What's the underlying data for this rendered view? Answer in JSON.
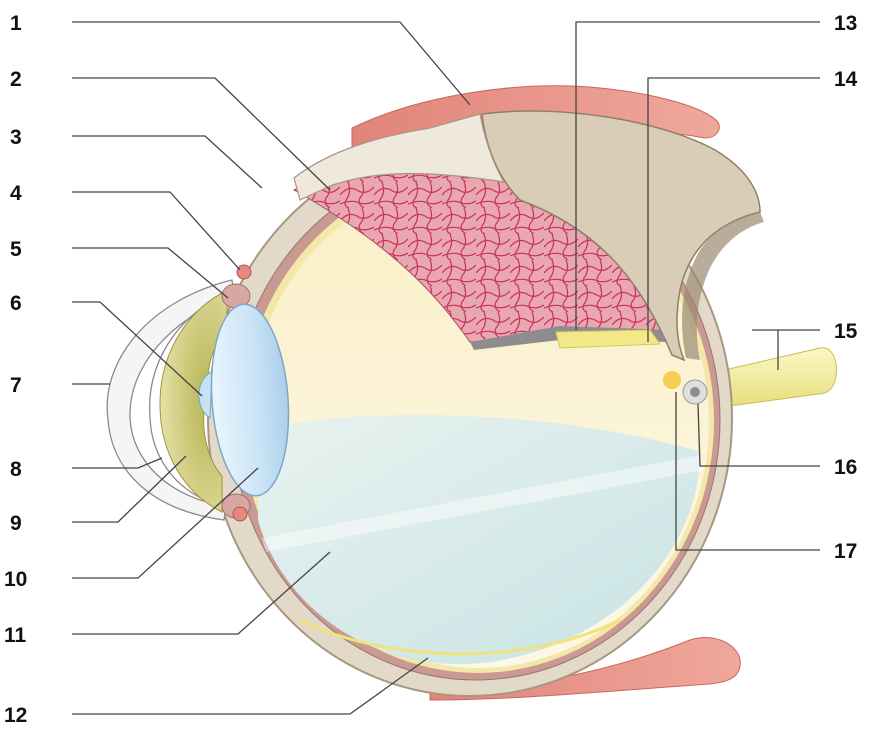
{
  "labels": [
    "1",
    "2",
    "3",
    "4",
    "5",
    "6",
    "7",
    "8",
    "9",
    "10",
    "11",
    "12",
    "13",
    "14",
    "15",
    "16",
    "17"
  ],
  "palette": {
    "muscle": "#e58f84",
    "muscle_dark": "#c8675f",
    "sclera": "#e8dfd1",
    "sclera_dark": "#b3a591",
    "retina_pink": "#e8a3ad",
    "retina_vessel": "#c7325a",
    "vitreous_yellow": "#fbf1cb",
    "vitreous_blue": "#d3e9e7",
    "lens": "#cfe6f7",
    "cornea": "#f7f7f7",
    "iris": "#c9c46a",
    "nerve": "#f2ee9a",
    "macula": "#f2c83a"
  }
}
